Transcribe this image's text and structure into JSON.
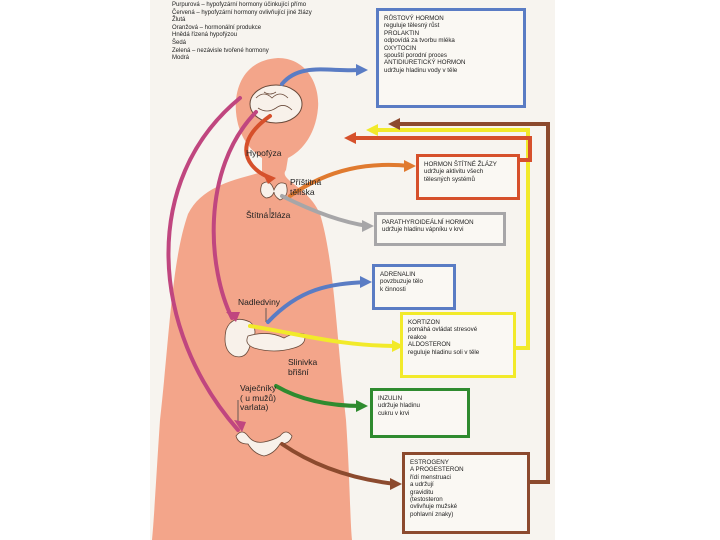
{
  "legend": [
    "Purpurová – hypofyzární hormony účinkující přímo",
    "Červená – hypofyzární hormony ovlivňující jiné žlázy",
    "Žlutá",
    "Oranžová – hormonální produkce",
    "Hnědá     řízená hypofýzou",
    "Šedá",
    "Zelená – nezávisle tvořené hormony",
    "Modrá"
  ],
  "body_labels": {
    "hypofyza": "Hypofýza",
    "pristitna": [
      "Příštitná",
      "tělíska"
    ],
    "stitna": "Štítná žláza",
    "nadledviny": "Nadledviny",
    "slinivka": [
      "Slinivka",
      "břišní"
    ],
    "vajecniky": [
      "Vaječníky",
      "( u mužů)",
      "varlata)"
    ]
  },
  "boxes": {
    "pituitary": [
      "RŮSTOVÝ HORMON",
      "reguluje tělesný růst",
      "PROLAKTIN",
      "odpovídá za tvorbu mléka",
      "OXYTOCIN",
      "spouští porodní proces",
      "ANTIDIURETICKÝ HORMON",
      "udržuje hladinu vody v těle"
    ],
    "thyroid": [
      "HORMON ŠTÍTNÉ ŽLÁZY",
      "udržuje aktivitu všech",
      "tělesných systémů"
    ],
    "parathyroid": [
      "PARATHYROIDEÁLNÍ HORMON",
      "udržuje hladinu vápníku v krvi"
    ],
    "adrenalin": [
      "ADRENALIN",
      "povzbuzuje tělo",
      "k činnosti"
    ],
    "kortizon": [
      "KORTIZON",
      "pomáhá ovládat stresové",
      "reakce",
      "ALDOSTERON",
      "reguluje hladinu soli v těle"
    ],
    "inzulin": [
      "INZULIN",
      "udržuje hladinu",
      "cukru v krvi"
    ],
    "estrogen": [
      "ESTROGENY",
      "A PROGESTERON",
      "řídí menstruaci",
      "a udržují",
      "graviditu",
      "(testosteron",
      "ovlivňuje mužské",
      "pohlavní znaky)"
    ]
  },
  "colors": {
    "purple": "#c0467f",
    "red": "#d6502b",
    "yellow": "#f2ea2a",
    "orange": "#e07a2f",
    "brown": "#8c4a2e",
    "grey": "#a7a6a8",
    "green": "#2f8b2f",
    "blue": "#5a7cc4",
    "skin": "#f3a58a"
  }
}
